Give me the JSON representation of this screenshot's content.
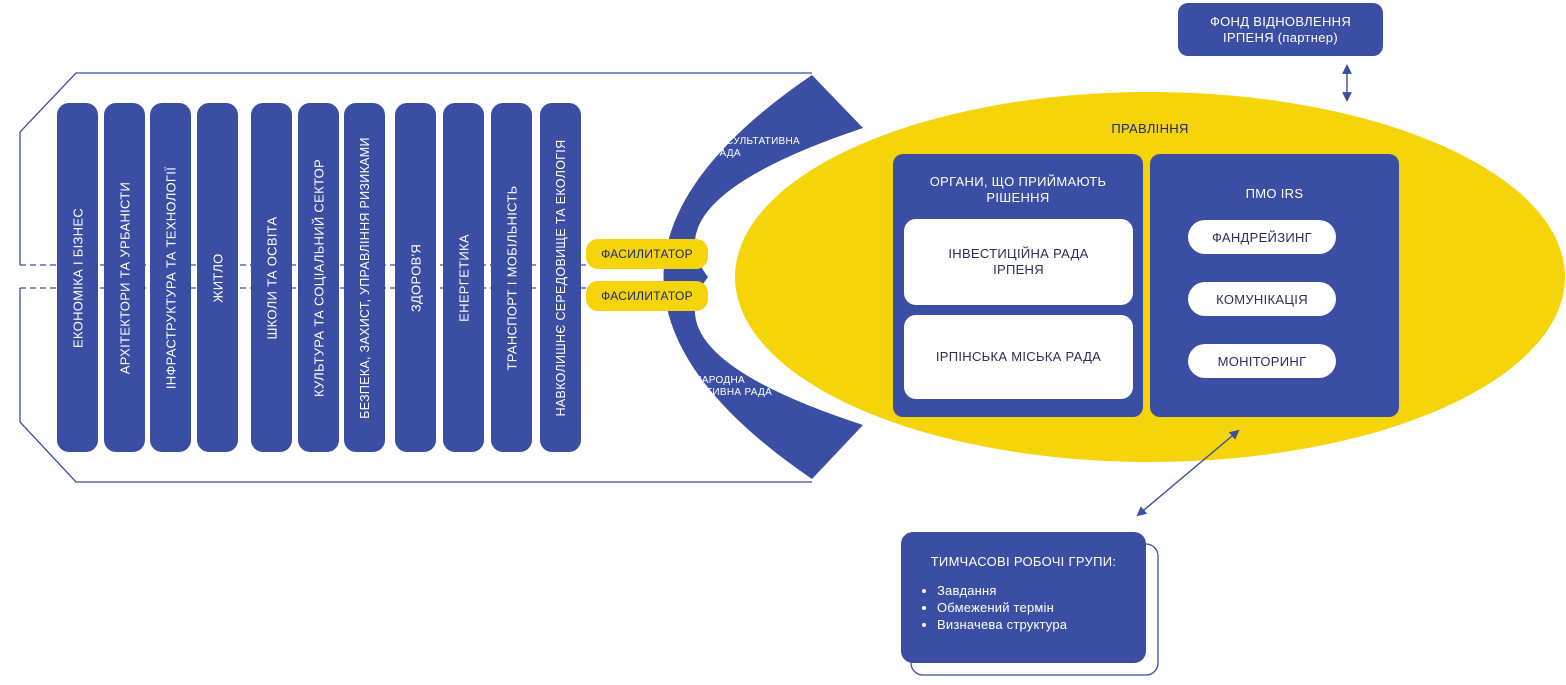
{
  "topic_columns": [
    "ЕКОНОМІКА І БІЗНЕС",
    "АРХІТЕКТОРИ ТА УРБАНІСТИ",
    "ІНФРАСТРУКТУРА ТА ТЕХНОЛОГІЇ",
    "ЖИТЛО",
    "ШКОЛИ ТА ОСВІТА",
    "КУЛЬТУРА ТА СОЦІАЛЬНИЙ СЕКТОР",
    "БЕЗПЕКА, ЗАХИСТ, УПРАВЛІННЯ РИЗИКАМИ",
    "ЗДОРОВ'Я",
    "ЕНЕРГЕТИКА",
    "ТРАНСПОРТ І МОБІЛЬНІСТЬ",
    "НАВКОЛИШНЄ СЕРЕДОВИЩЕ ТА ЕКОЛОГІЯ"
  ],
  "arc": {
    "local_council": "МІСЦЕВА КОНСУЛЬТАТИВНА РАДА",
    "international_council": "МІЖНАРОДНА КОНСУЛЬТАТИВНА РАДА",
    "facilitator_1": "ФАСИЛИТАТОР",
    "facilitator_2": "ФАСИЛИТАТОР"
  },
  "partner": {
    "line1": "ФОНД ВІДНОВЛЕННЯ",
    "line2": "ІРПЕНЯ (партнер)"
  },
  "board": {
    "title": "ПРАВЛІННЯ",
    "decision_bodies": {
      "title": "ОРГАНИ, ЩО ПРИЙМАЮТЬ РІШЕННЯ",
      "investment_council": "ІНВЕСТИЦІЙНА РАДА ІРПЕНЯ",
      "city_council": "ІРПІНСЬКА МІСЬКА РАДА"
    },
    "pmo": {
      "title": "ПМО IRS",
      "items": [
        "ФАНДРЕЙЗИНГ",
        "КОМУНІКАЦІЯ",
        "МОНІТОРИНГ"
      ]
    }
  },
  "working_groups": {
    "title": "ТИМЧАСОВІ РОБОЧІ ГРУПИ:",
    "bullets": [
      "Завдання",
      "Обмежений термін",
      "Визначева структура"
    ]
  },
  "colors": {
    "blue": "#3a4fa3",
    "yellow": "#f5d40a",
    "outline": "#3a4fa3"
  }
}
